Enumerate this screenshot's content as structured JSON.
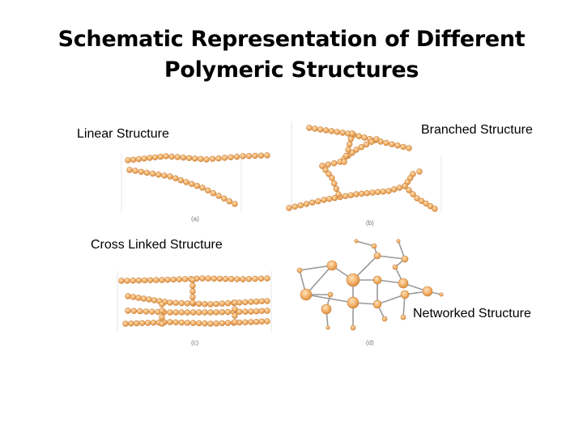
{
  "title": {
    "line1": "Schematic Representation of Different",
    "line2": "Polymeric Structures"
  },
  "labels": {
    "linear": "Linear Structure",
    "branched": "Branched Structure",
    "cross_linked": "Cross Linked Structure",
    "networked": "Networked Structure"
  },
  "sub_labels": {
    "a": "(a)",
    "b": "(b)",
    "c": "(c)",
    "d": "(d)"
  },
  "colors": {
    "bead_fill": "#F3B26A",
    "bead_stroke": "#C9803A",
    "bond": "#9A9A9A",
    "panel_edge": "#E6E6E6"
  }
}
